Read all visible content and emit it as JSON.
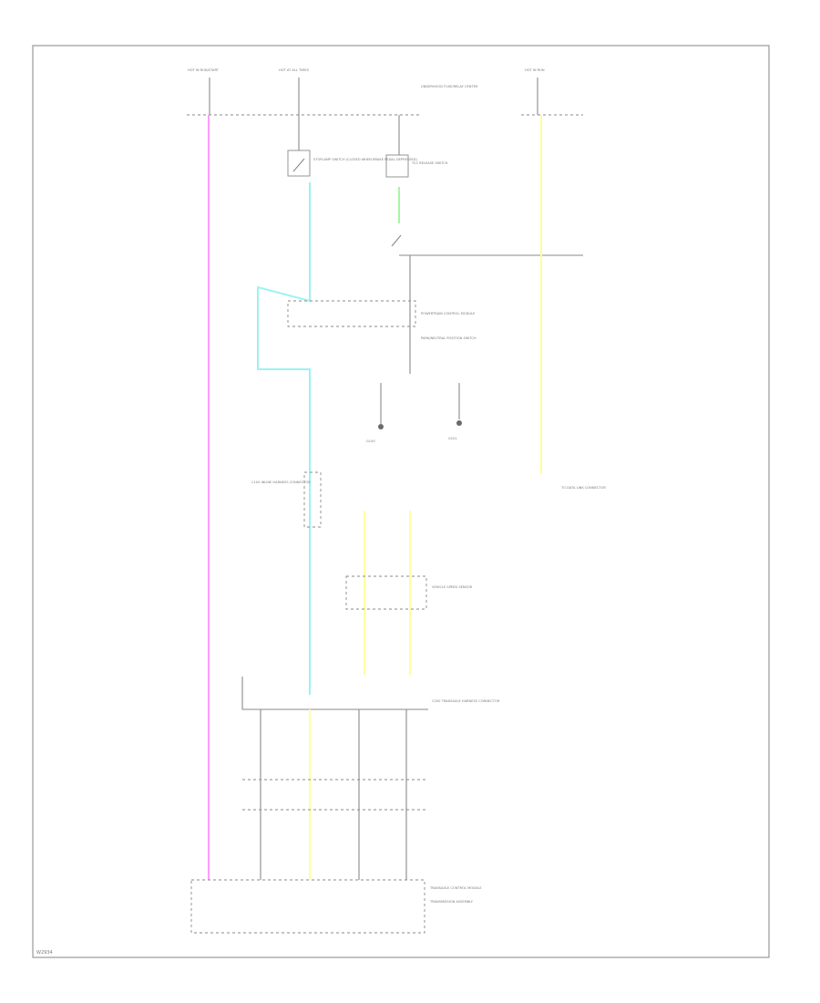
{
  "diagram": {
    "footer_code": "W2934",
    "wire_colors": {
      "pink": "#ff9dff",
      "light_blue": "#9cf2f2",
      "yellow": "#ffff9c",
      "green": "#a6f5a6",
      "gray": "#8a8a8a"
    },
    "fuses": {
      "left_heading": "HOT IN RUN/START",
      "mid_heading": "HOT AT ALL TIMES",
      "right_heading": "HOT IN RUN",
      "junction_block_label": "UNDERHOOD FUSE/RELAY CENTER"
    },
    "components": {
      "brake_switch": "STOPLAMP SWITCH (CLOSED WHEN BRAKE PEDAL DEPRESSED)",
      "tcc_switch": "TCC RELEASE SWITCH",
      "park_neutral": "PARK/NEUTRAL POSITION SWITCH",
      "ecm_connector": "POWERTRAIN CONTROL MODULE",
      "sensor": "VEHICLE SPEED SENSOR",
      "transmission": "TRANSMISSION ASSEMBLY",
      "left_ground": "G100",
      "right_ground": "G101",
      "right_output": "TO DATA LINK CONNECTOR",
      "harness_connector": "C100 INLINE HARNESS CONNECTOR",
      "trans_connector": "C200 TRANSAXLE HARNESS CONNECTOR",
      "trans_module": "TRANSAXLE CONTROL MODULE"
    }
  }
}
